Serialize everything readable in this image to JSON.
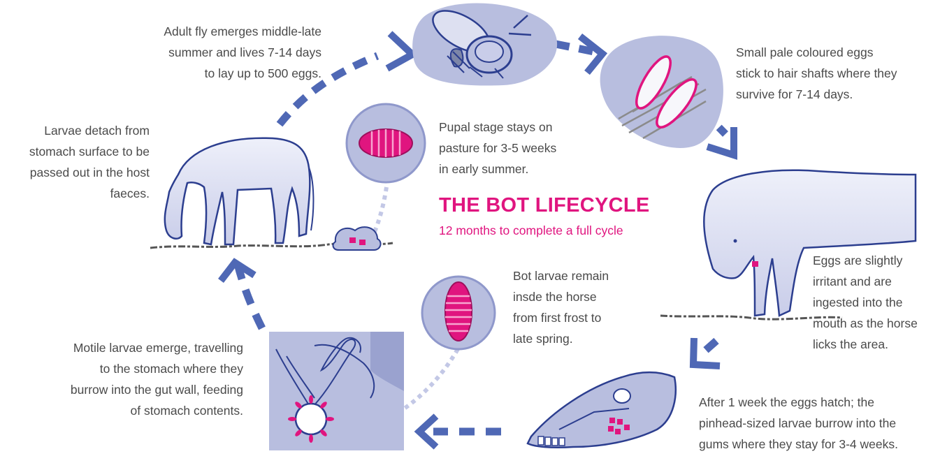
{
  "title": "THE BOT LIFECYCLE",
  "subtitle": "12 months to complete a full cycle",
  "stages": {
    "adult_fly": "Adult fly emerges middle-late summer and lives 7-14 days to lay up to 500 eggs.",
    "eggs": "Small pale coloured eggs stick to hair shafts where they survive for 7-14 days.",
    "ingested": "Eggs are slightly irritant and are ingested into the mouth as the horse licks the area.",
    "hatch": "After 1 week the eggs hatch; the pinhead-sized larvae burrow into the gums where they stay for 3-4 weeks.",
    "stomach": "Motile larvae emerge, travelling to the stomach where they burrow into the gut wall, feeding of stomach contents.",
    "larvae_remain": "Bot larvae remain insde the horse from first frost to late spring.",
    "detach": "Larvae detach from stomach surface to be passed out in the host faeces.",
    "pupal": "Pupal stage stays on pasture for 3-5 weeks in early summer."
  },
  "lines": {
    "adult_fly": [
      "Adult fly emerges middle-late",
      "summer and lives 7-14 days",
      "to lay up to 500 eggs."
    ],
    "eggs": [
      "Small pale coloured eggs",
      "stick to hair shafts where they",
      "survive for 7-14 days."
    ],
    "ingested": [
      "Eggs are slightly",
      "irritant and are",
      "ingested into the",
      "mouth as the horse",
      "licks the area."
    ],
    "hatch": [
      "After 1 week the eggs hatch; the",
      "pinhead-sized larvae burrow into the",
      "gums where they stay for 3-4 weeks."
    ],
    "stomach": [
      "Motile larvae emerge, travelling",
      "to the stomach where they",
      "burrow into the gut wall, feeding",
      "of stomach contents."
    ],
    "larvae_remain": [
      "Bot larvae remain",
      "insde the horse",
      "from first frost to",
      "late spring."
    ],
    "detach": [
      "Larvae detach from",
      "stomach surface to be",
      "passed out in the host",
      "faeces."
    ],
    "pupal": [
      "Pupal stage stays on",
      "pasture for 3-5 weeks",
      "in early summer."
    ]
  },
  "colors": {
    "arrow": "#4f68b5",
    "magenta": "#e0157f",
    "pale_blue": "#b8bedf",
    "outline": "#2c3e8f",
    "text": "#4a4a4a"
  },
  "icons": [
    "bot-fly-icon",
    "eggs-on-hair-icon",
    "horse-licking-icon",
    "horse-skull-icon",
    "stomach-icon",
    "larva-icon",
    "pupa-icon",
    "grazing-horse-icon"
  ]
}
